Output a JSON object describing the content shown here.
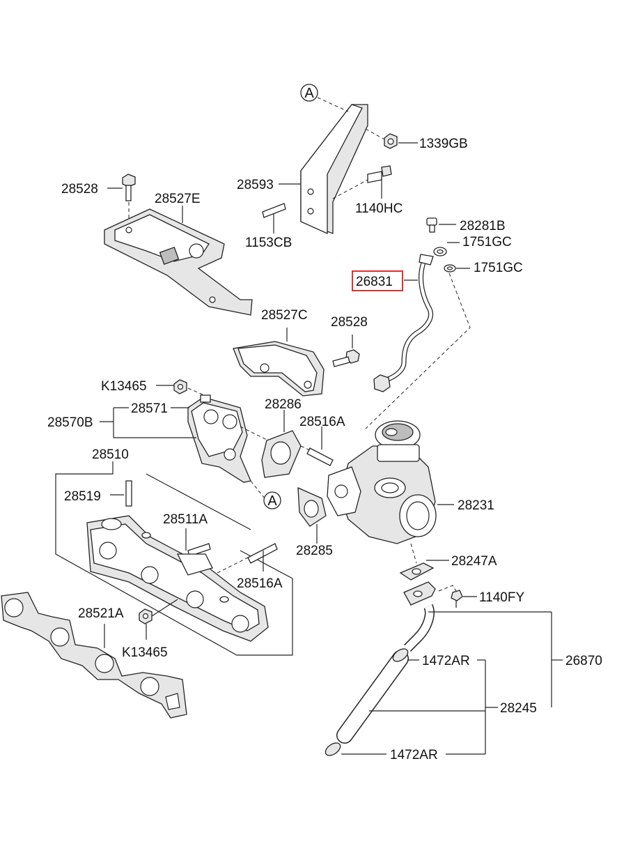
{
  "diagram": {
    "reference_marker": "A",
    "highlighted_part": "26831",
    "labels": {
      "p1339GB": "1339GB",
      "p28593": "28593",
      "p1140HC": "1140HC",
      "p1153CB": "1153CB",
      "p28528_top": "28528",
      "p28527E": "28527E",
      "p28281B": "28281B",
      "p1751GC_a": "1751GC",
      "p1751GC_b": "1751GC",
      "p26831": "26831",
      "p28527C": "28527C",
      "p28528_mid": "28528",
      "pK13465_top": "K13465",
      "p28571": "28571",
      "p28286": "28286",
      "p28570B": "28570B",
      "p28516A_top": "28516A",
      "p28510": "28510",
      "p28519": "28519",
      "p28511A": "28511A",
      "p28231": "28231",
      "p28285": "28285",
      "p28247A": "28247A",
      "p28516A_bot": "28516A",
      "p28521A": "28521A",
      "p1140FY": "1140FY",
      "pK13465_bot": "K13465",
      "p1472AR_a": "1472AR",
      "p26870": "26870",
      "p28245": "28245",
      "p1472AR_b": "1472AR"
    }
  }
}
